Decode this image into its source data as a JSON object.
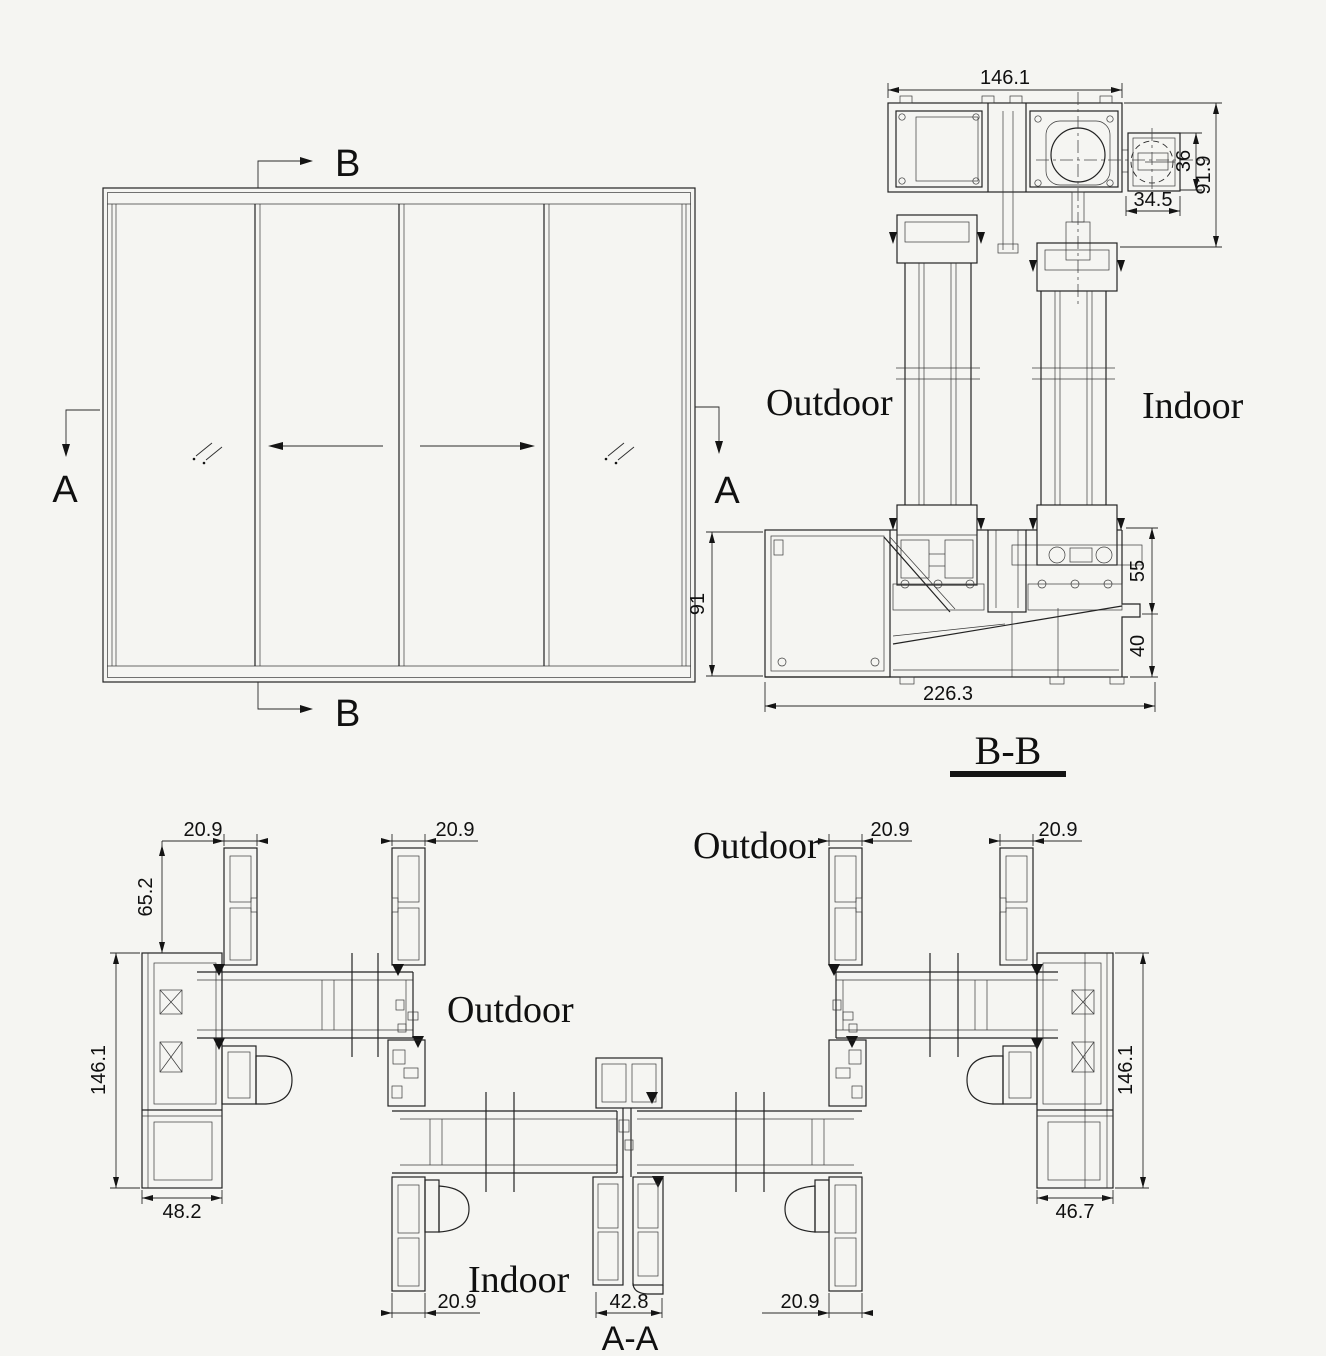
{
  "drawing": {
    "background": "#f5f5f2",
    "line_color": "#232323"
  },
  "elevation": {
    "marker_b": "B",
    "marker_a": "A"
  },
  "bb": {
    "title": "B-B",
    "labels": {
      "outdoor": "Outdoor",
      "indoor": "Indoor"
    },
    "dims": {
      "head_width": "146.1",
      "drive_width": "34.5",
      "drive_height": "36",
      "head_height": "91.9",
      "gutter_height": "91",
      "track_height": "55",
      "base_height": "40",
      "sill_width": "226.3"
    }
  },
  "aa": {
    "title": "A-A",
    "labels": {
      "outdoor_top": "Outdoor",
      "outdoor_mid": "Outdoor",
      "indoor": "Indoor"
    },
    "dims": {
      "bead1": "20.9",
      "bead2": "20.9",
      "bead3": "20.9",
      "bead4": "20.9",
      "bead_bottom_left": "20.9",
      "bead_bottom_right": "20.9",
      "glass_offset": "65.2",
      "depth_left": "146.1",
      "depth_right": "146.1",
      "jamb_left": "48.2",
      "jamb_right": "46.7",
      "interlock": "42.8"
    }
  }
}
